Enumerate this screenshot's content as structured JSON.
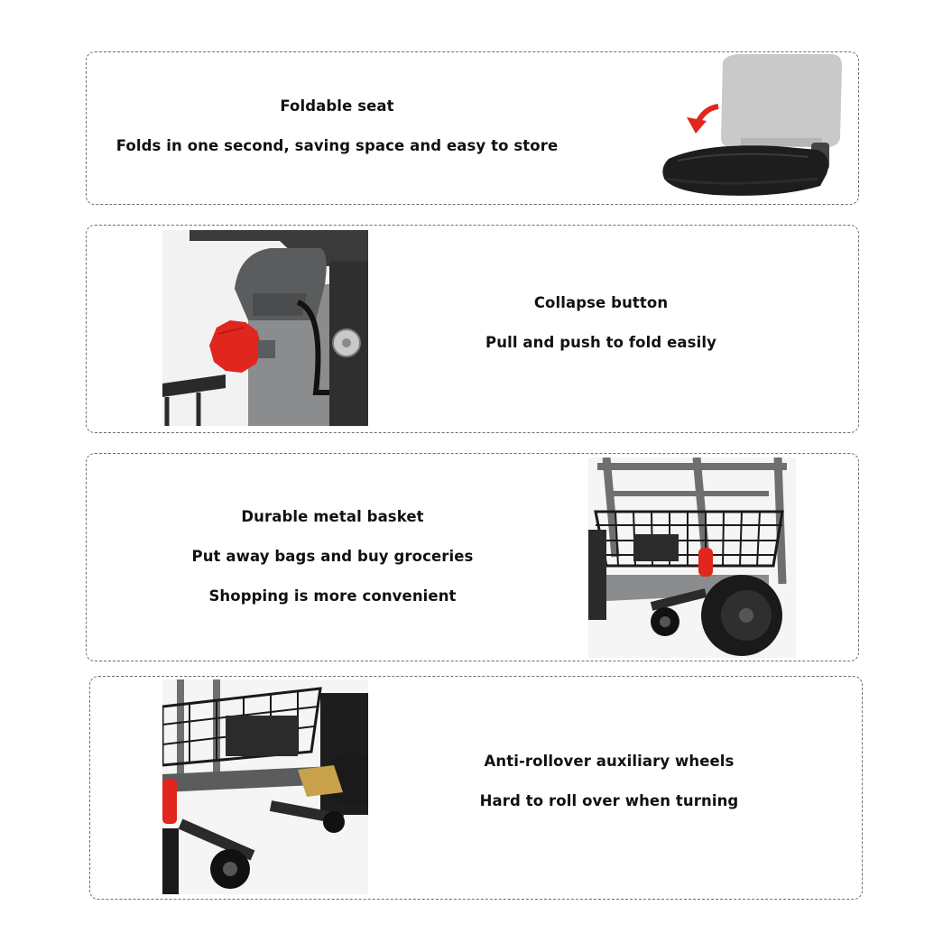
{
  "features": [
    {
      "id": "seat",
      "lines": [
        "Foldable seat",
        "Folds in one second, saving space and easy to store"
      ],
      "photo": "folding-seat-photo"
    },
    {
      "id": "button",
      "lines": [
        "Collapse button",
        "Pull and push to fold easily"
      ],
      "photo": "collapse-knob-photo"
    },
    {
      "id": "basket",
      "lines": [
        "Durable metal basket",
        "Put away bags and buy groceries",
        "Shopping is more convenient"
      ],
      "photo": "metal-basket-photo"
    },
    {
      "id": "wheels",
      "lines": [
        "Anti-rollover auxiliary wheels",
        "Hard to roll over when turning"
      ],
      "photo": "auxiliary-wheels-photo"
    }
  ],
  "colors": {
    "border": "#6f6f6f",
    "text": "#111111",
    "accent_red": "#e0261d",
    "frame_gray": "#6d6f71",
    "seat_black": "#1d1d1d"
  }
}
